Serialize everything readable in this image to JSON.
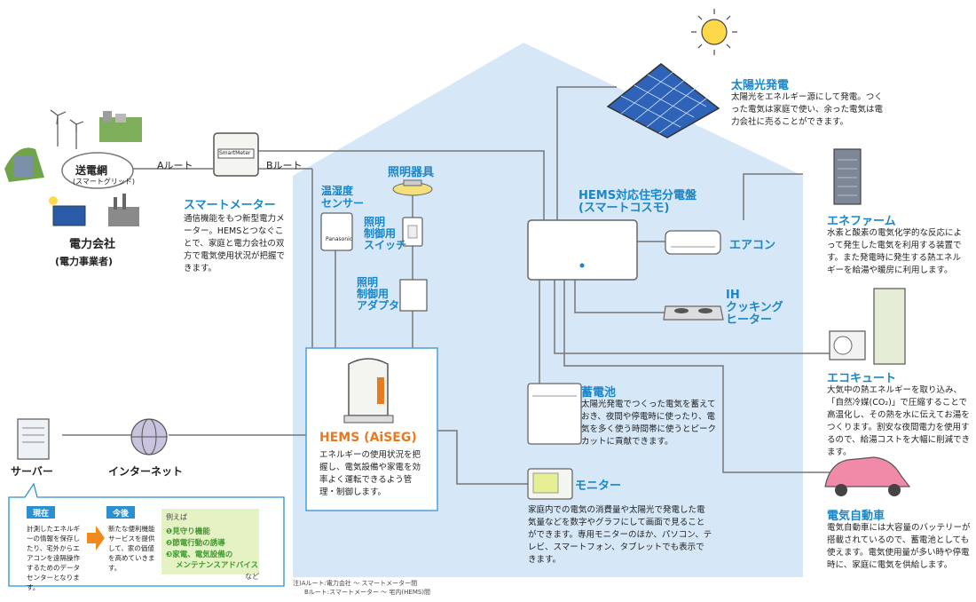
{
  "power_company": {
    "grid_label": "送電網",
    "grid_sub": "(スマートグリッド)",
    "name": "電力会社",
    "name_sub": "(電力事業者)"
  },
  "routes": {
    "a": "Aルート",
    "b": "Bルート"
  },
  "smart_meter": {
    "device_text": "SmartMeter",
    "title": "スマートメーター",
    "desc": "通信機能をもつ新型電力メーター。HEMSとつなぐことで、家庭と電力会社の双方で電気使用状況が把握できます。"
  },
  "lighting": {
    "title": "照明器具"
  },
  "sensor": {
    "title": "温湿度\nセンサー",
    "device_text": "Panasonic"
  },
  "switch": {
    "title": "照明\n制御用\nスイッチ"
  },
  "adapter": {
    "title": "照明\n制御用\nアダプタ"
  },
  "hems": {
    "title": "HEMS (AiSEG)",
    "desc": "エネルギーの使用状況を把握し、電気設備や家電を効率よく運転できるよう管理・制御します。"
  },
  "panel": {
    "title": "HEMS対応住宅分電盤\n(スマートコスモ)"
  },
  "aircon": {
    "title": "エアコン"
  },
  "ih": {
    "title": "IH\nクッキング\nヒーター"
  },
  "battery": {
    "title": "蓄電池",
    "desc": "太陽光発電でつくった電気を蓄えておき、夜間や停電時に使ったり、電気を多く使う時間帯に使うとピークカットに貢献できます。"
  },
  "monitor": {
    "title": "モニター",
    "desc": "家庭内での電気の消費量や太陽光で発電した電気量などを数字やグラフにして画面で見ることができます。専用モニターのほか、パソコン、テレビ、スマートフォン、タブレットでも表示できます。"
  },
  "solar": {
    "title": "太陽光発電",
    "desc": "太陽光をエネルギー源にして発電。つくった電気は家庭で使い、余った電気は電力会社に売ることができます。"
  },
  "enefarm": {
    "title": "エネファーム",
    "desc": "水素と酸素の電気化学的な反応によって発生した電気を利用する装置です。また発電時に発生する熱エネルギーを給湯や暖房に利用します。"
  },
  "ecocute": {
    "title": "エコキュート",
    "desc": "大気中の熱エネルギーを取り込み、「自然冷媒(CO₂)」で圧縮することで高温化し、その熱を水に伝えてお湯をつくります。割安な夜間電力を使用するので、給湯コストを大幅に削減できます。"
  },
  "ev": {
    "title": "電気自動車",
    "desc": "電気自動車には大容量のバッテリーが搭載されているので、蓄電池としても使えます。電気使用量が多い時や停電時に、家庭に電気を供給します。"
  },
  "server": {
    "title": "サーバー"
  },
  "internet": {
    "title": "インターネット"
  },
  "legend": {
    "now_label": "現在",
    "now_desc": "計測したエネルギーの情報を保存したり、宅外からエアコンを遠隔操作するためのデータセンターとなります。",
    "future_label": "今後",
    "future_desc": "新たな便利機能サービスを提供して、家の価値を高めていきます。",
    "examples_label": "例えば",
    "example_1": "❶見守り機能",
    "example_2": "❷節電行動の誘導",
    "example_3": "❸家電、電気設備の",
    "example_3b": "メンテナンスアドバイス",
    "etc": "など"
  },
  "note": {
    "line1": "注)Aルート:電力会社 〜 スマートメーター間",
    "line2": "Bルート:スマートメーター 〜 宅内(HEMS)間"
  },
  "colors": {
    "accent_blue": "#1a86c8",
    "house_fill": "#d6e7f7",
    "hems_orange": "#e8791c",
    "legend_box": "#2b8fd0",
    "examples_green": "#e4f2c4",
    "examples_text": "#3f9a2e"
  }
}
